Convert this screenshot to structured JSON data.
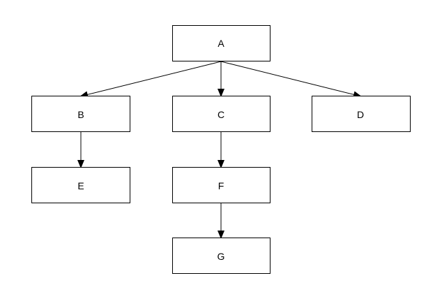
{
  "diagram": {
    "type": "tree",
    "colors": {
      "stroke": "#000000",
      "fill": "#ffffff",
      "text": "#000000",
      "background": "#ffffff"
    },
    "nodes": [
      {
        "id": "A",
        "label": "A"
      },
      {
        "id": "B",
        "label": "B"
      },
      {
        "id": "C",
        "label": "C"
      },
      {
        "id": "D",
        "label": "D"
      },
      {
        "id": "E",
        "label": "E"
      },
      {
        "id": "F",
        "label": "F"
      },
      {
        "id": "G",
        "label": "G"
      }
    ],
    "edges": [
      {
        "from": "A",
        "to": "B"
      },
      {
        "from": "A",
        "to": "C"
      },
      {
        "from": "A",
        "to": "D"
      },
      {
        "from": "B",
        "to": "E"
      },
      {
        "from": "C",
        "to": "F"
      },
      {
        "from": "F",
        "to": "G"
      }
    ]
  }
}
